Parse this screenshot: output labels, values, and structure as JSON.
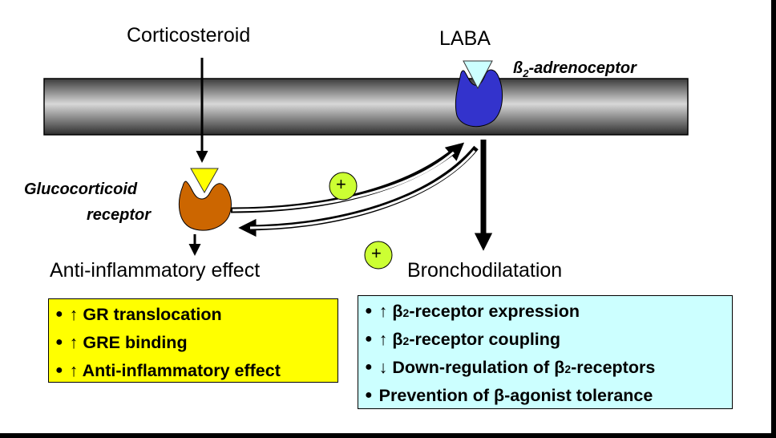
{
  "labels": {
    "corticosteroid": "Corticosteroid",
    "laba": "LABA",
    "beta2_adrenoceptor_pre": "ß",
    "beta2_adrenoceptor_sub": "2",
    "beta2_adrenoceptor_post": "-adrenoceptor",
    "glucocorticoid": "Glucocorticoid",
    "receptor": "receptor",
    "anti_inflammatory": "Anti-inflammatory effect",
    "bronchodilatation": "Bronchodilatation",
    "plus": "+"
  },
  "yellow_box": {
    "items": [
      "↑ GR translocation",
      "↑ GRE binding",
      "↑ Anti-inflammatory effect"
    ]
  },
  "cyan_box": {
    "items": [
      {
        "pre": "↑ β",
        "sub": "2",
        "post": "-receptor expression"
      },
      {
        "pre": "↑ β",
        "sub": "2",
        "post": "-receptor coupling"
      },
      {
        "pre": "↓ Down-regulation of β",
        "sub": "2",
        "post": "-receptors"
      },
      {
        "pre": "Prevention of β-agonist tolerance",
        "sub": "",
        "post": ""
      }
    ]
  },
  "colors": {
    "membrane": "#8a8a8a",
    "gr_receptor": "#cc6600",
    "beta_receptor": "#3333cc",
    "ligand_cortico": "#ffff00",
    "ligand_laba": "#ccffff",
    "plus_circle": "#ccff33",
    "yellow_box": "#ffff00",
    "cyan_box": "#ccffff"
  }
}
